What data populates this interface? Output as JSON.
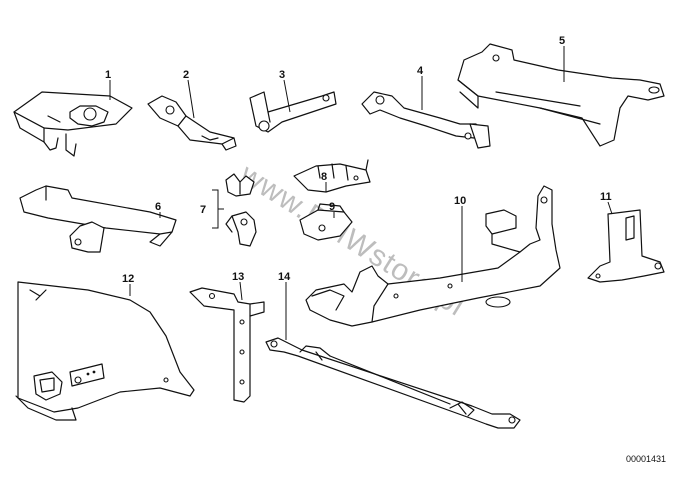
{
  "diagram": {
    "callouts": [
      {
        "id": "1",
        "label": "1"
      },
      {
        "id": "2",
        "label": "2"
      },
      {
        "id": "3",
        "label": "3"
      },
      {
        "id": "4",
        "label": "4"
      },
      {
        "id": "5",
        "label": "5"
      },
      {
        "id": "6",
        "label": "6"
      },
      {
        "id": "7",
        "label": "7"
      },
      {
        "id": "8",
        "label": "8"
      },
      {
        "id": "9",
        "label": "9"
      },
      {
        "id": "10",
        "label": "10"
      },
      {
        "id": "11",
        "label": "11"
      },
      {
        "id": "12",
        "label": "12"
      },
      {
        "id": "13",
        "label": "13"
      },
      {
        "id": "14",
        "label": "14"
      }
    ],
    "reference_number": "00001431",
    "watermark": "www.BMWstore.pl"
  },
  "colors": {
    "line": "#111111",
    "background": "#ffffff",
    "watermark": "#888888"
  }
}
